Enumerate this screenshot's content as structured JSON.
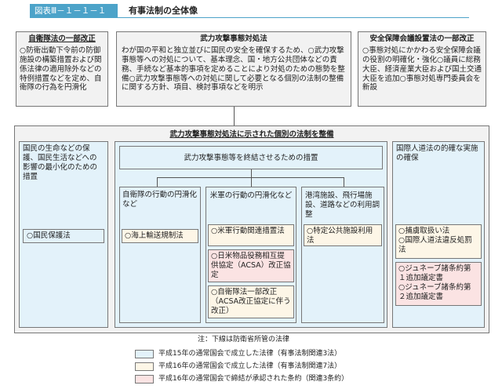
{
  "header": {
    "figure_label": "図表Ⅲ－１－１－１",
    "title": "有事法制の全体像"
  },
  "top": {
    "sdf": {
      "title": "自衛隊法の一部改正",
      "text": "○防衛出動下令前の防御施設の構築措置および関係法律の適用除外などの特例措置などを定め、自衛隊の行為を円滑化"
    },
    "armed_attack": {
      "title": "武力攻撃事態対処法",
      "text": "わが国の平和と独立並びに国民の安全を確保するため、○武力攻撃事態等への対処について、基本理念、国・地方公共団体などの責務、手続など基本的事項を定めることにより対処のための態勢を整備○武力攻撃事態等への対処に関して必要となる個別の法制の整備に関する方針、項目、検討事項などを明示"
    },
    "security_council": {
      "title": "安全保障会議設置法の一部改正",
      "text": "○事態対処にかかわる安全保障会議の役割の明確化・強化○議員に総務大臣、経済産業大臣および国土交通大臣を追加○事態対処専門委員会を新設"
    }
  },
  "main": {
    "section_title": "武力攻撃事態対処法に示された個別の法制を整備",
    "citizen": {
      "title": "国民の生命などの保護、国民生活などへの影響の最小化のための措置",
      "law": "○国民保護法"
    },
    "terminate": {
      "title": "武力攻撃事態等を終結させるための措置"
    },
    "sdf_smooth": {
      "title": "自衛隊の行動の円滑化など",
      "law": "○海上輸送規制法"
    },
    "us_smooth": {
      "title": "米軍の行動の円滑化など",
      "law1": "○米軍行動関連措置法",
      "law2": "○日米物品役務相互提供協定（ACSA）改正協定",
      "law3": "○自衛隊法一部改正（ACSA改正協定に伴う改正）"
    },
    "port": {
      "title": "港湾施設、飛行場施設、道路などの利用調整",
      "law": "○特定公共施設利用法"
    },
    "ihl": {
      "title": "国際人道法の的確な実施の確保",
      "law1": "○捕虜取扱い法",
      "law2": "○国際人道法違反処罰法",
      "law3": "○ジュネーブ諸条約第１追加議定書",
      "law4": "○ジュネーブ諸条約第２追加議定書"
    }
  },
  "legend": {
    "note": "注：下線は防衛省所管の法律",
    "items": [
      {
        "label": "平成15年の通常国会で成立した法律（有事法制関連3法）",
        "color": "#e3f2fa"
      },
      {
        "label": "平成16年の通常国会で成立した法律（有事法制関連7法）",
        "color": "#fdf6e7"
      },
      {
        "label": "平成16年の通常国会で締結が承認された条約（関連3条約）",
        "color": "#fbe3e3"
      }
    ]
  }
}
